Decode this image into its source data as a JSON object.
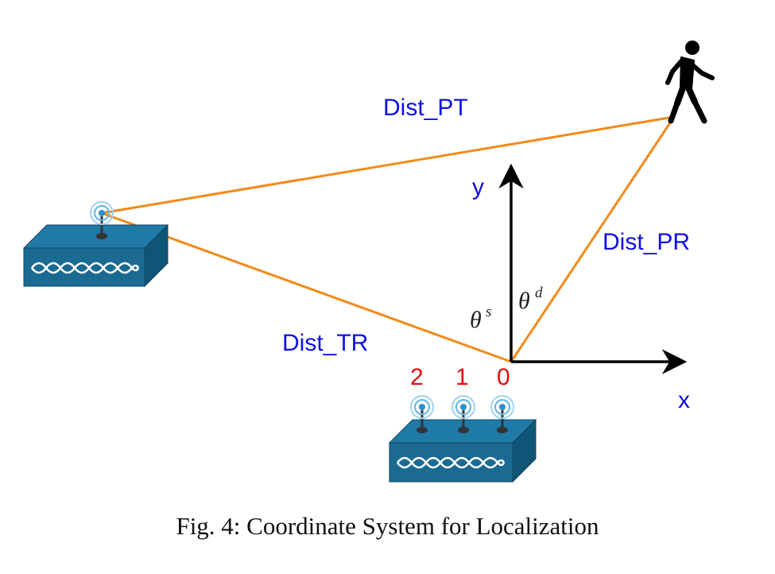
{
  "diagram": {
    "edges": {
      "dist_pt": "Dist_PT",
      "dist_pr": "Dist_PR",
      "dist_tr": "Dist_TR"
    },
    "axes": {
      "x_label": "x",
      "y_label": "y"
    },
    "angles": {
      "theta_s": {
        "symbol": "θ",
        "superscript": "s"
      },
      "theta_d": {
        "symbol": "θ",
        "superscript": "d"
      }
    },
    "antenna_indices": [
      "2",
      "1",
      "0"
    ],
    "colors": {
      "edge_line": "#f28a1a",
      "device_body": "#1a6a92",
      "device_top": "#1f7aa8",
      "edge_label": "#1010e0",
      "antenna_index": "#e01010"
    },
    "nodes": {
      "transmitter": "router-device",
      "receiver": "router-device-three-antennas",
      "person": "walking-person-icon"
    }
  },
  "caption": "Fig. 4: Coordinate System for Localization"
}
